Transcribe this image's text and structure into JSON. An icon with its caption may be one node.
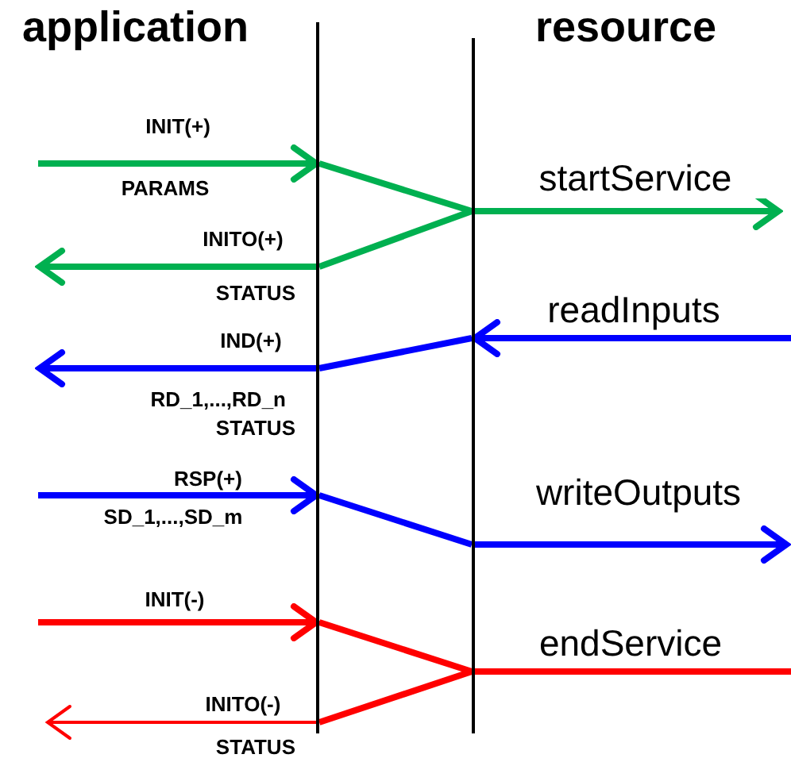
{
  "diagram": {
    "nodes": [
      {
        "text": [
          "application"
        ]
      },
      {
        "text": [
          "resource"
        ]
      }
    ],
    "edges": [
      {
        "from": null,
        "to": 0,
        "arrow": "to",
        "label": "INIT(+)",
        "color": "#00b050"
      },
      {
        "from": 0,
        "to": 1,
        "arrow": "none",
        "color": "#00b050"
      },
      {
        "from": 1,
        "to": null,
        "arrow": "to",
        "label": "startService",
        "color": "#00b050"
      },
      {
        "from": 1,
        "to": 0,
        "arrow": "none",
        "color": "#00b050"
      },
      {
        "from": 0,
        "to": null,
        "arrow": "to",
        "label": "INITO(+)",
        "color": "#00b050"
      },
      {
        "from": null,
        "to": 1,
        "arrow": "to",
        "label": "readInputs",
        "color": "#0000ff"
      },
      {
        "from": 1,
        "to": 0,
        "arrow": "none",
        "color": "#0000ff"
      },
      {
        "from": 0,
        "to": null,
        "arrow": "to",
        "label": "IND(+)",
        "color": "#0000ff"
      },
      {
        "from": null,
        "to": 0,
        "arrow": "to",
        "label": "RSP(+)",
        "color": "#0000ff"
      },
      {
        "from": 0,
        "to": 1,
        "arrow": "none",
        "color": "#0000ff"
      },
      {
        "from": 1,
        "to": null,
        "arrow": "to",
        "label": "writeOutputs",
        "color": "#0000ff"
      },
      {
        "from": null,
        "to": 0,
        "arrow": "to",
        "label": "INIT(-)",
        "color": "#ff0000"
      },
      {
        "from": 0,
        "to": 1,
        "arrow": "none",
        "color": "#ff0000"
      },
      {
        "from": 1,
        "to": null,
        "arrow": "none",
        "label": "endService",
        "color": "#ff0000"
      },
      {
        "from": 1,
        "to": 0,
        "arrow": "none",
        "color": "#ff0000"
      },
      {
        "from": 0,
        "to": null,
        "arrow": "to",
        "label": "INITO(-)",
        "color": "#ff0000"
      }
    ],
    "labels": [
      "PARAMS",
      "STATUS",
      "RD_1,...,RD_n",
      "STATUS",
      "SD_1,...,SD_m",
      "STATUS"
    ]
  }
}
